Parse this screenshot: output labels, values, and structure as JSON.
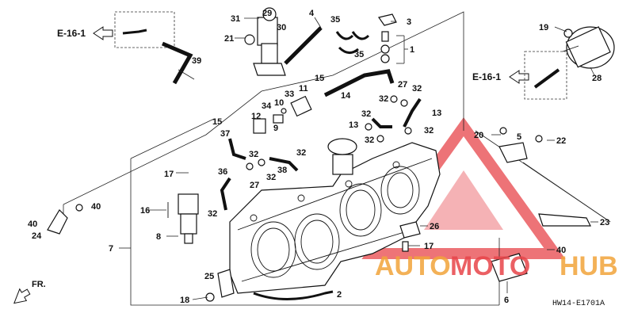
{
  "diagram": {
    "code": "HW14-E1701A",
    "ref_left": "E-16-1",
    "ref_right": "E-16-1",
    "direction": "FR.",
    "callouts": {
      "c1": "1",
      "c2": "2",
      "c3": "3",
      "c4": "4",
      "c5": "5",
      "c6": "6",
      "c7": "7",
      "c8": "8",
      "c9": "9",
      "c10": "10",
      "c11": "11",
      "c12": "12",
      "c13a": "13",
      "c13b": "13",
      "c14": "14",
      "c15a": "15",
      "c15b": "15",
      "c16": "16",
      "c17a": "17",
      "c17b": "17",
      "c18": "18",
      "c19": "19",
      "c20": "20",
      "c21": "21",
      "c22": "22",
      "c23": "23",
      "c24": "24",
      "c25": "25",
      "c26": "26",
      "c27a": "27",
      "c27b": "27",
      "c28": "28",
      "c29": "29",
      "c30": "30",
      "c31": "31",
      "c32a": "32",
      "c32b": "32",
      "c32c": "32",
      "c32d": "32",
      "c32e": "32",
      "c32f": "32",
      "c32g": "32",
      "c32h": "32",
      "c32i": "32",
      "c33": "33",
      "c34": "34",
      "c35a": "35",
      "c35b": "35",
      "c36": "36",
      "c37": "37",
      "c38": "38",
      "c39": "39",
      "c40a": "40",
      "c40b": "40",
      "c40c": "40"
    }
  },
  "watermark": {
    "part1": "AUTO",
    "part2": "MOTO",
    "part3": "HUB",
    "color_primary": "#f2a43a",
    "color_secondary": "#e8454a"
  }
}
